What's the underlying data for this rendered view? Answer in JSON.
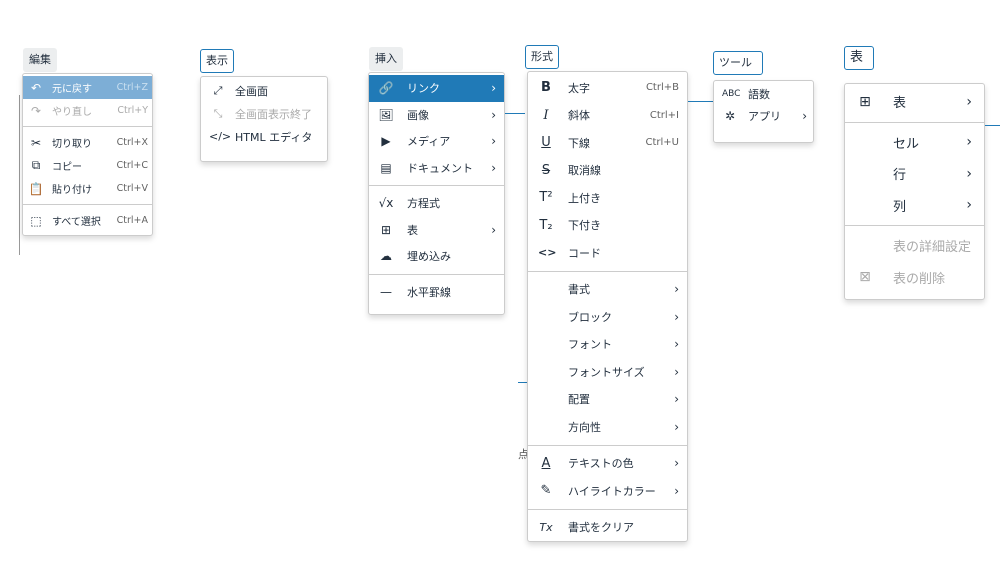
{
  "edit": {
    "title": "編集",
    "items": [
      {
        "icon": "undo-icon",
        "glyph": "↶",
        "label": "元に戻す",
        "shortcut": "Ctrl+Z"
      },
      {
        "icon": "redo-icon",
        "glyph": "↷",
        "label": "やり直し",
        "shortcut": "Ctrl+Y"
      },
      {
        "icon": "cut-icon",
        "glyph": "✂",
        "label": "切り取り",
        "shortcut": "Ctrl+X"
      },
      {
        "icon": "copy-icon",
        "glyph": "⧉",
        "label": "コピー",
        "shortcut": "Ctrl+C"
      },
      {
        "icon": "paste-icon",
        "glyph": "📋",
        "label": "貼り付け",
        "shortcut": "Ctrl+V"
      },
      {
        "icon": "select-all-icon",
        "glyph": "⬚",
        "label": "すべて選択",
        "shortcut": "Ctrl+A"
      }
    ]
  },
  "view": {
    "title": "表示",
    "items": [
      {
        "icon": "fullscreen-icon",
        "glyph": "⤢",
        "label": "全画面"
      },
      {
        "icon": "exit-fullscreen-icon",
        "glyph": "⤡",
        "label": "全画面表示終了"
      },
      {
        "icon": "code-icon",
        "glyph": "</>",
        "label": "HTML エディタ"
      }
    ]
  },
  "insert": {
    "title": "挿入",
    "items": [
      {
        "icon": "link-icon",
        "glyph": "🔗",
        "label": "リンク"
      },
      {
        "icon": "image-icon",
        "glyph": "🖼",
        "label": "画像"
      },
      {
        "icon": "media-icon",
        "glyph": "▶",
        "label": "メディア"
      },
      {
        "icon": "document-icon",
        "glyph": "▤",
        "label": "ドキュメント"
      },
      {
        "icon": "equation-icon",
        "glyph": "√x",
        "label": "方程式"
      },
      {
        "icon": "table-icon",
        "glyph": "⊞",
        "label": "表"
      },
      {
        "icon": "embed-icon",
        "glyph": "☁",
        "label": "埋め込み"
      },
      {
        "icon": "horizontal-rule-icon",
        "glyph": "—",
        "label": "水平罫線"
      }
    ]
  },
  "format": {
    "title": "形式",
    "items": [
      {
        "icon": "bold-icon",
        "glyph": "B",
        "label": "太字",
        "shortcut": "Ctrl+B"
      },
      {
        "icon": "italic-icon",
        "glyph": "I",
        "label": "斜体",
        "shortcut": "Ctrl+I"
      },
      {
        "icon": "underline-icon",
        "glyph": "U",
        "label": "下線",
        "shortcut": "Ctrl+U"
      },
      {
        "icon": "strikethrough-icon",
        "glyph": "S",
        "label": "取消線"
      },
      {
        "icon": "superscript-icon",
        "glyph": "T²",
        "label": "上付き"
      },
      {
        "icon": "subscript-icon",
        "glyph": "T₂",
        "label": "下付き"
      },
      {
        "icon": "code-icon",
        "glyph": "<>",
        "label": "コード"
      },
      {
        "label": "書式"
      },
      {
        "label": "ブロック"
      },
      {
        "label": "フォント"
      },
      {
        "label": "フォントサイズ"
      },
      {
        "label": "配置"
      },
      {
        "label": "方向性"
      },
      {
        "icon": "text-color-icon",
        "glyph": "A",
        "label": "テキストの色"
      },
      {
        "icon": "highlight-color-icon",
        "glyph": "✎",
        "label": "ハイライトカラー"
      },
      {
        "icon": "clear-formatting-icon",
        "glyph": "Tx",
        "label": "書式をクリア"
      }
    ]
  },
  "tools": {
    "title": "ツール",
    "items": [
      {
        "icon": "word-count-icon",
        "glyph": "ABC",
        "label": "語数"
      },
      {
        "icon": "apps-icon",
        "glyph": "✲",
        "label": "アプリ"
      }
    ]
  },
  "table": {
    "title": "表",
    "items": [
      {
        "icon": "table-icon",
        "glyph": "⊞",
        "label": "表"
      },
      {
        "label": "セル"
      },
      {
        "label": "行"
      },
      {
        "label": "列"
      },
      {
        "label": "表の詳細設定"
      },
      {
        "icon": "delete-table-icon",
        "glyph": "⊠",
        "label": "表の削除"
      }
    ]
  },
  "arrow_glyph": "›",
  "colors": {
    "accent": "#207ab7",
    "accent_light": "#7daed6",
    "text": "#222f3e",
    "disabled": "#aaaaaa"
  }
}
